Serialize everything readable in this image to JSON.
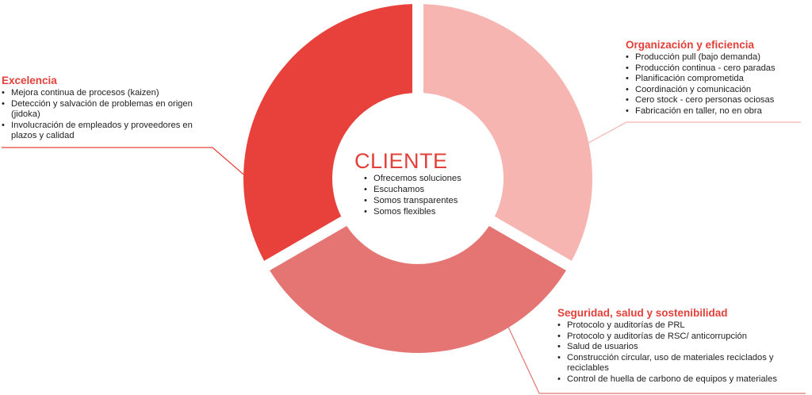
{
  "colors": {
    "excelencia": "#e8413b",
    "organizacion": "#f7b5b2",
    "seguridad": "#e47572",
    "accent_text": "#e3403a"
  },
  "center": {
    "title": "CLIENTE",
    "items": [
      "Ofrecemos soluciones",
      "Escuchamos",
      "Somos transparentes",
      "Somos flexibles"
    ]
  },
  "segments": [
    {
      "key": "excelencia",
      "title": "Excelencia",
      "items": [
        "Mejora continua de procesos (kaizen)",
        "Detección y salvación de problemas en origen (jidoka)",
        "Involucración de empleados y proveedores en plazos y calidad"
      ]
    },
    {
      "key": "organizacion",
      "title": "Organización y eficiencia",
      "items": [
        "Producción pull (bajo demanda)",
        "Producción continua - cero paradas",
        "Planificación comprometida",
        "Coordinación y comunicación",
        "Cero stock - cero personas ociosas",
        "Fabricación en taller, no en obra"
      ]
    },
    {
      "key": "seguridad",
      "title": "Seguridad, salud y sostenibilidad",
      "items": [
        "Protocolo y auditorías de PRL",
        "Protocolo y auditorías de RSC/ anticorrupción",
        "Salud de usuarios",
        "Construcción circular, uso de materiales reciclados y reciclables",
        "Control de huella de carbono de equipos y materiales"
      ]
    }
  ]
}
